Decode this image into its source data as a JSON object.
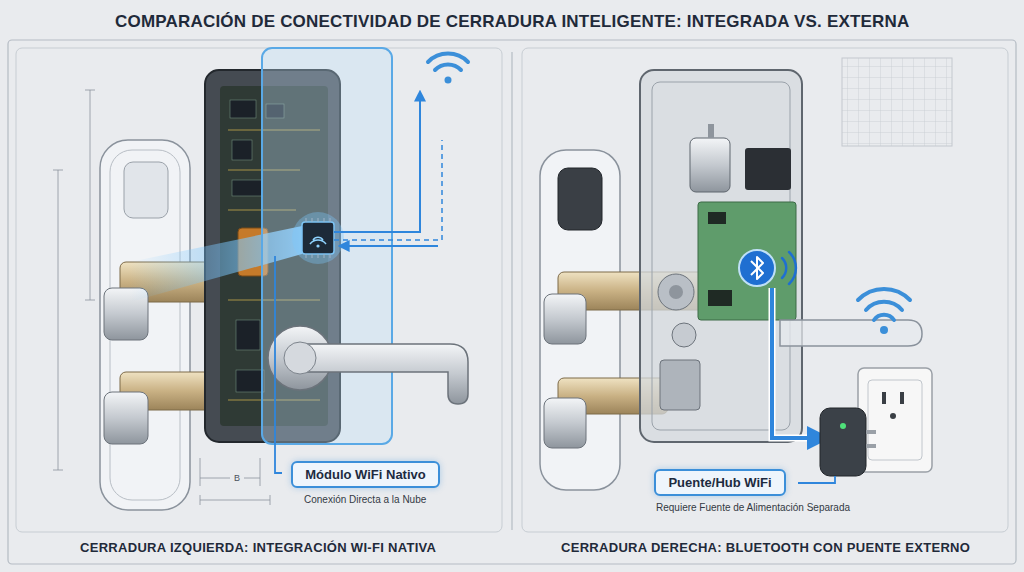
{
  "diagram": {
    "title": "COMPARACIÓN DE CONECTIVIDAD DE CERRADURA INTELIGENTE: INTEGRADA VS. EXTERNA",
    "nodes": [
      {
        "text": [
          "Módulo WiFi Nativo",
          "Conexión Directa a la Nube"
        ]
      },
      {
        "text": [
          "Puente/Hub WiFi",
          "Requiere Fuente de Alimentación Separada"
        ]
      }
    ],
    "labels": [
      "B",
      "CERRADURA IZQUIERDA: INTEGRACIÓN WI-FI NATIVA",
      "CERRADURA DERECHA: BLUETOOTH CON PUENTE EXTERNO"
    ]
  }
}
